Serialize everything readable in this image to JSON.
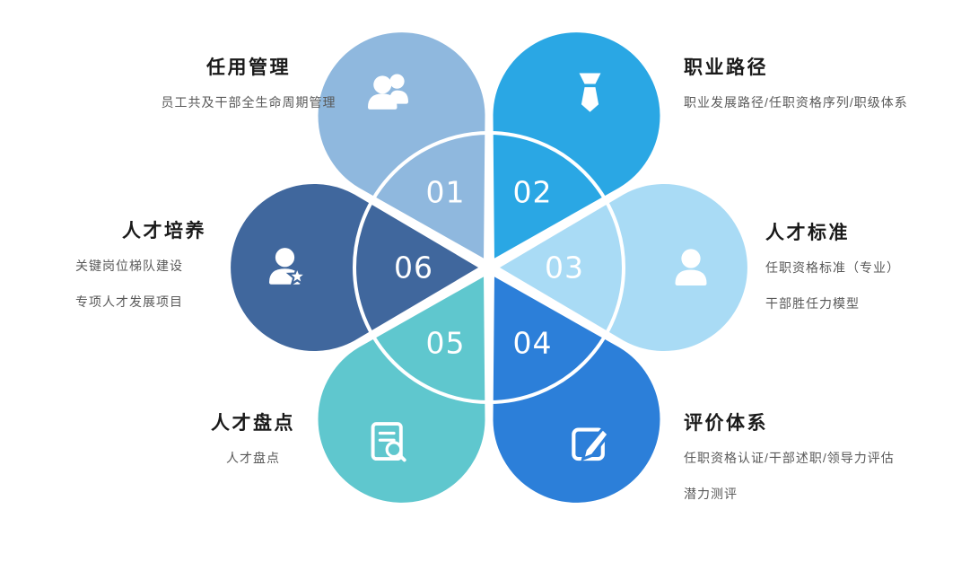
{
  "diagram": {
    "type": "flower-petal-infographic",
    "petal_count": 6
  },
  "styles": {
    "background": "#ffffff",
    "ring_color": "#ffffff",
    "number_color": "#ffffff",
    "title_color": "#1a1a1a",
    "subtitle_color": "#595959"
  },
  "petals": [
    {
      "number": "01",
      "icon": "users-icon",
      "color": "#8FB8DE",
      "title": "任用管理",
      "lines": [
        "员工共及干部全生命周期管理"
      ]
    },
    {
      "number": "02",
      "icon": "tie-icon",
      "color": "#2AA7E4",
      "title": "职业路径",
      "lines": [
        "职业发展路径/任职资格序列/职级体系"
      ]
    },
    {
      "number": "03",
      "icon": "user-icon",
      "color": "#A9DBF5",
      "title": "人才标准",
      "lines": [
        "任职资格标准（专业）",
        "干部胜任力模型"
      ]
    },
    {
      "number": "04",
      "icon": "edit-icon",
      "color": "#2C7FD9",
      "title": "评价体系",
      "lines": [
        "任职资格认证/干部述职/领导力评估",
        "潜力测评"
      ]
    },
    {
      "number": "05",
      "icon": "document-search-icon",
      "color": "#5FC7CE",
      "title": "人才盘点",
      "lines": [
        "人才盘点"
      ]
    },
    {
      "number": "06",
      "icon": "user-star-icon",
      "color": "#40679D",
      "title": "人才培养",
      "lines": [
        "关键岗位梯队建设",
        "专项人才发展项目"
      ]
    }
  ]
}
